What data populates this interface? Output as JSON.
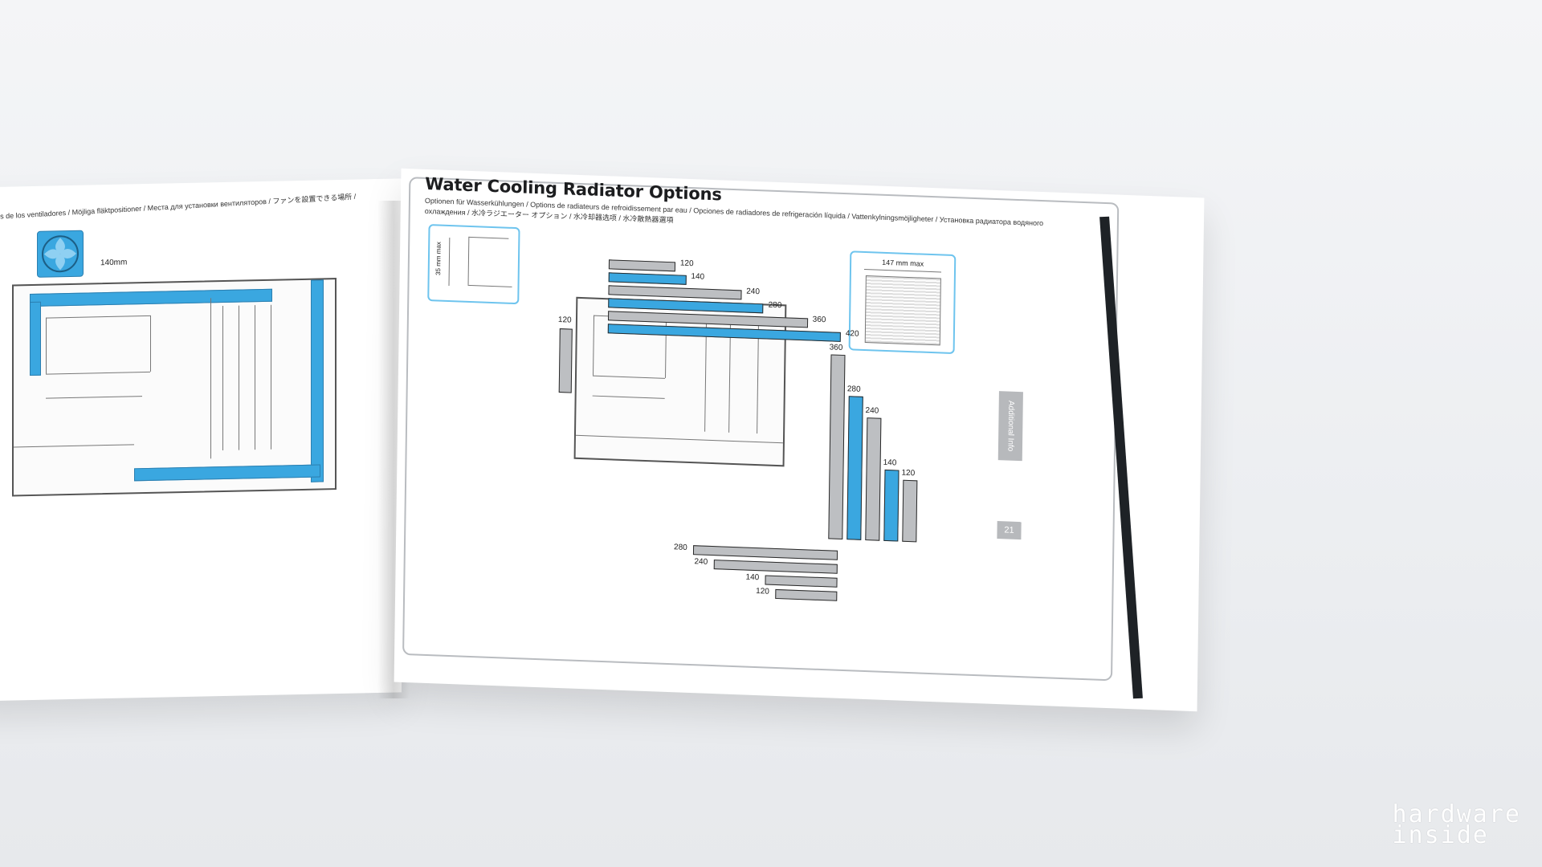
{
  "left_page": {
    "subtitle": "s de los ventiladores / Möjliga fläktpositioner / Места для установки вентиляторов / ファンを設置できる場所 /",
    "fan_label": "140mm"
  },
  "right_page": {
    "title": "Water Cooling Radiator Options",
    "subtitle_line1": "Optionen für Wasserkühlungen / Options de radiateurs de refroidissement par eau / Opciones de radiadores de refrigeración líquida / Vattenkylningsmöjligheter / Установка радиатора водяного",
    "subtitle_line2": "охлаждения / 水冷ラジエーター オプション / 水冷却器选项 / 水冷散熱器選項",
    "side_tab": "Additional Info",
    "page_number": "21",
    "thickness_label": "35 mm max",
    "width_label": "147 mm max"
  },
  "chart_data": [
    {
      "type": "bar",
      "categories": [
        "120",
        "140",
        "240",
        "280",
        "360",
        "420"
      ],
      "values": [
        120,
        140,
        240,
        280,
        360,
        420
      ],
      "highlight": [
        "gray",
        "blue",
        "gray",
        "blue",
        "gray",
        "blue"
      ]
    },
    {
      "type": "bar",
      "categories": [
        "120"
      ],
      "values": [
        120
      ],
      "highlight": [
        "gray"
      ]
    },
    {
      "type": "bar",
      "categories": [
        "360",
        "280",
        "240",
        "140",
        "120"
      ],
      "values": [
        360,
        280,
        240,
        140,
        120
      ],
      "highlight": [
        "gray",
        "blue",
        "gray",
        "blue",
        "gray"
      ]
    },
    {
      "type": "bar",
      "categories": [
        "280",
        "240",
        "140",
        "120"
      ],
      "values": [
        280,
        240,
        140,
        120
      ],
      "highlight": [
        "gray",
        "gray",
        "gray",
        "gray"
      ]
    }
  ],
  "colors": {
    "accent_blue": "#3aa7e0",
    "bar_gray": "#bdbfc2"
  },
  "watermark": {
    "line1": "hardware",
    "line2": "inside"
  }
}
